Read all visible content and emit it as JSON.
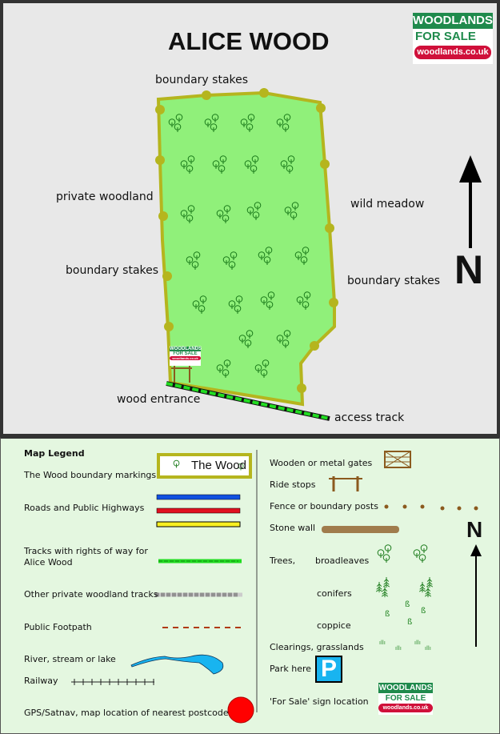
{
  "title": "ALICE WOOD",
  "logo": {
    "line1": "WOODLANDS",
    "line2": "FOR SALE",
    "url": "woodlands.co.uk"
  },
  "map_labels": {
    "boundary_stakes_top": "boundary stakes",
    "private_woodland": "private woodland",
    "wild_meadow": "wild meadow",
    "boundary_stakes_left": "boundary stakes",
    "boundary_stakes_right": "boundary stakes",
    "wood_entrance": "wood entrance",
    "access_track": "access track",
    "north": "N"
  },
  "legend": {
    "title": "Map Legend",
    "wood_sample": "The Wood",
    "items_left": [
      "The Wood boundary markings",
      "Roads and Public Highways",
      "Tracks with rights of way for Alice Wood",
      "Other private woodland tracks",
      "Public Footpath",
      "River, stream or lake",
      "Railway",
      "GPS/Satnav, map location of nearest postcode"
    ],
    "items_right": [
      "Wooden or metal gates",
      "Ride stops",
      "Fence or boundary posts",
      "Stone wall",
      "Trees,",
      "broadleaves",
      "conifers",
      "coppice",
      "Clearings, grasslands",
      "Park here",
      "'For Sale'  sign location"
    ],
    "park_symbol": "P",
    "north": "N"
  },
  "colors": {
    "wood_fill": "#90f07a",
    "boundary": "#b5b51e",
    "track": "#22dd22",
    "map_bg": "#e8e8e8",
    "legend_bg": "#e4f7e0"
  }
}
